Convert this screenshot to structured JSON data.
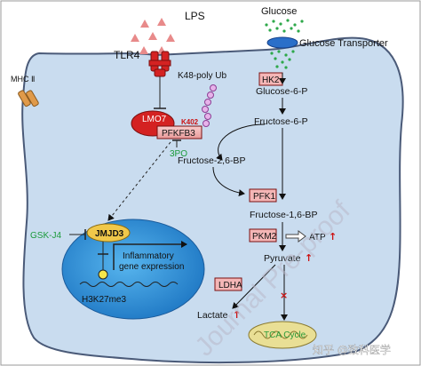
{
  "outside": {
    "lps": "LPS",
    "tlr4": "TLR4",
    "glucose": "Glucose",
    "glucose_transporter": "Glucose Transporter",
    "mhc": "MHC Ⅱ"
  },
  "cytoplasm": {
    "k48": "K48-poly Ub",
    "lmo7": "LMO7",
    "k402": "K402",
    "pfkfb3": "PFKFB3",
    "inhibitor_3po": "3PO",
    "gsk_j4": "GSK-J4",
    "jmjd3": "JMJD3",
    "inflammatory_line1": "Inflammatory",
    "inflammatory_line2": "gene expression",
    "h3k27me3": "H3K27me3"
  },
  "glycolysis": {
    "hk2": "HK2",
    "g6p": "Glucose-6-P",
    "f6p": "Fructose-6-P",
    "f26bp": "Fructose-2,6-BP",
    "pfk1": "PFK1",
    "f16bp": "Fructose-1,6-BP",
    "pkm2": "PKM2",
    "atp": "ATP",
    "pyruvate": "Pyruvate",
    "ldha": "LDHA",
    "lactate": "Lactate",
    "tca": "TCA Cycle"
  },
  "watermark": {
    "journal": "Journal Pre-proof",
    "zhihu": "知乎 @致科医学"
  },
  "colors": {
    "cell_fill": "#c9dcef",
    "cell_stroke": "#4a5a78",
    "nucleus": "#2f8fd6",
    "enzyme_box": "#f4b6b6",
    "lmo7_red": "#d42222",
    "lps_red": "#e88a8a",
    "green_text": "#1a9a3a",
    "mito": "#e9df95"
  }
}
